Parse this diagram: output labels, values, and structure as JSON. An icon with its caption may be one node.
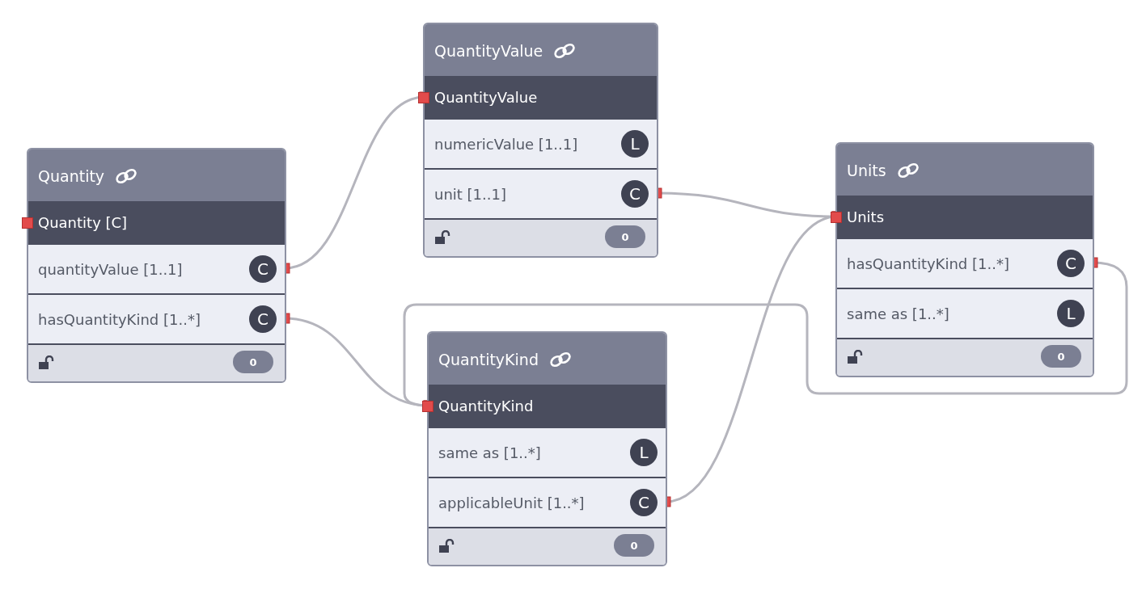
{
  "diagram": {
    "nodes": [
      {
        "text": [
          "Quantity",
          "0"
        ]
      },
      {
        "text": [
          "Quantity [C]"
        ],
        "in": 0
      },
      {
        "text": [
          "quantityValue [1..1]",
          "C"
        ],
        "in": 0
      },
      {
        "text": [
          "hasQuantityKind [1..*]",
          "C"
        ],
        "in": 0
      },
      {
        "text": [
          "QuantityValue",
          "0"
        ]
      },
      {
        "text": [
          "QuantityValue"
        ],
        "in": 4
      },
      {
        "text": [
          "numericValue [1..1]",
          "L"
        ],
        "in": 4
      },
      {
        "text": [
          "unit [1..1]",
          "C"
        ],
        "in": 4
      },
      {
        "text": [
          "Units",
          "0"
        ]
      },
      {
        "text": [
          "Units"
        ],
        "in": 8
      },
      {
        "text": [
          "hasQuantityKind [1..*]",
          "C"
        ],
        "in": 8
      },
      {
        "text": [
          "same as [1..*]",
          "L"
        ],
        "in": 8
      },
      {
        "text": [
          "QuantityKind",
          "0"
        ]
      },
      {
        "text": [
          "QuantityKind"
        ],
        "in": 12
      },
      {
        "text": [
          "same as [1..*]",
          "L"
        ],
        "in": 12
      },
      {
        "text": [
          "applicableUnit [1..*]",
          "C"
        ],
        "in": 12
      }
    ],
    "edges": [
      {
        "from": 2,
        "to": 5,
        "arrow": "other"
      },
      {
        "from": 3,
        "to": 13,
        "arrow": "other"
      },
      {
        "from": 7,
        "to": 9,
        "arrow": "other"
      },
      {
        "from": 15,
        "to": 9,
        "arrow": "other"
      },
      {
        "from": 10,
        "to": 13,
        "arrow": "other"
      }
    ]
  }
}
